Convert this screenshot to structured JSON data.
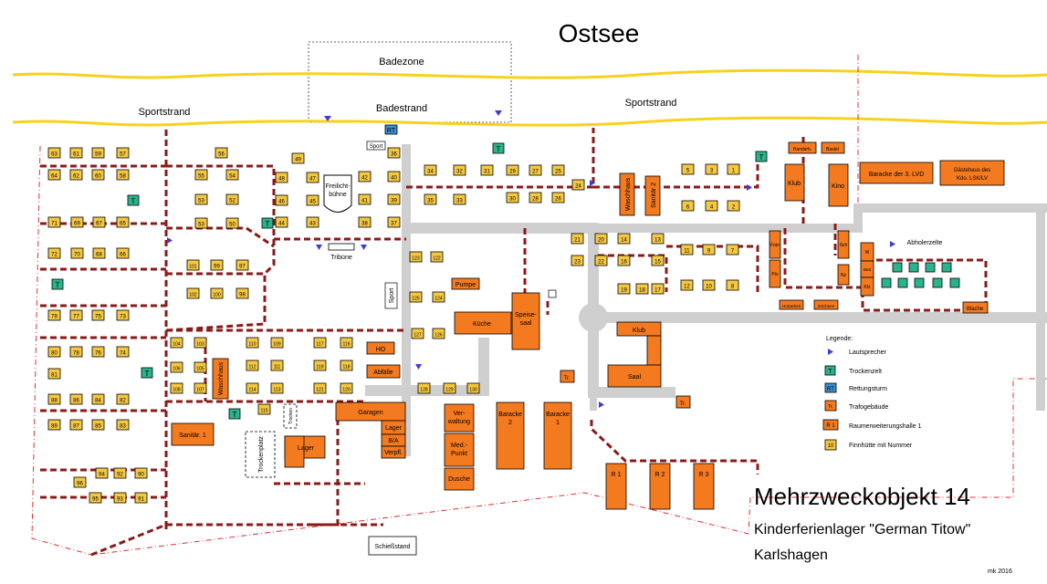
{
  "sea": "Ostsee",
  "zones": {
    "bathing_zone": "Badezone",
    "bathing_beach": "Badestrand",
    "sport_beach_left": "Sportstrand",
    "sport_beach_right": "Sportstrand"
  },
  "title": {
    "main": "Mehrzweckobjekt 14",
    "sub": "Kinderferienlager \"German Titow\"",
    "place": "Karlshagen",
    "credit": "mk 2016"
  },
  "legend": {
    "title": "Legende:",
    "items": [
      {
        "icon": "speaker",
        "label": "Lautsprecher"
      },
      {
        "icon": "drying-tent",
        "label": "Trockenzelt"
      },
      {
        "icon": "rescue-tower",
        "label": "Rettungsturm"
      },
      {
        "icon": "transformer",
        "label": "Trafogebäude"
      },
      {
        "icon": "room-hall",
        "label": "Raumerweiterungshalle 1"
      },
      {
        "icon": "hut",
        "label": "Finnhütte mit Nummer"
      }
    ],
    "sym_tz": "T",
    "sym_rt": "RT",
    "sym_tr": "Tr.",
    "sym_r1": "R 1",
    "sym_hut": "10"
  },
  "labels": {
    "rt": "RT",
    "t": "T",
    "tr": "Tr.",
    "sport": "Sport",
    "stage1": "Freilicht-",
    "stage2": "bühne",
    "tribune": "Tribüne",
    "shooting": "Schießstand",
    "drying": "Trockenplatz",
    "drying2": "Trocken",
    "pickup": "Abholerzelte"
  },
  "huts": [
    "63",
    "61",
    "59",
    "57",
    "64",
    "62",
    "60",
    "58",
    "71",
    "69",
    "67",
    "65",
    "72",
    "70",
    "68",
    "66",
    "56",
    "55",
    "54",
    "53",
    "52",
    "53",
    "50",
    "49",
    "48",
    "47",
    "46",
    "45",
    "44",
    "43",
    "42",
    "40",
    "41",
    "39",
    "38",
    "37",
    "36",
    "34",
    "32",
    "31",
    "29",
    "27",
    "25",
    "35",
    "33",
    "30",
    "28",
    "26",
    "24",
    "101",
    "99",
    "97",
    "102",
    "100",
    "98",
    "79",
    "77",
    "75",
    "73",
    "80",
    "78",
    "76",
    "74",
    "81",
    "88",
    "86",
    "84",
    "82",
    "89",
    "87",
    "85",
    "83",
    "96",
    "94",
    "92",
    "90",
    "95",
    "93",
    "91",
    "104",
    "103",
    "106",
    "105",
    "108",
    "107",
    "110",
    "109",
    "112",
    "111",
    "114",
    "113",
    "115",
    "117",
    "116",
    "119",
    "118",
    "121",
    "120",
    "123",
    "122",
    "125",
    "124",
    "127",
    "126",
    "128",
    "129",
    "130",
    "21",
    "20",
    "23",
    "22",
    "14",
    "13",
    "16",
    "15",
    "19",
    "18",
    "17",
    "5",
    "3",
    "1",
    "6",
    "4",
    "2",
    "11",
    "9",
    "7",
    "12",
    "10",
    "8"
  ],
  "buildings": {
    "waschhaus": "Waschhaus",
    "sanitaer2": "Sanitär 2",
    "handarb": "Handarb.",
    "bastel": "Bastel",
    "klub": "Klub",
    "kino": "Kino",
    "baracke3": "Baracke der 3. LVD",
    "gaestehaus": "Gästehaus des Kdo. LSK/LV",
    "pumpe": "Pumpe",
    "kueche": "Küche",
    "speisesaal1": "Speise-",
    "speisesaal2": "saal",
    "klub2": "Klub",
    "saal": "Saal",
    "ho": "HO",
    "abfaelle": "Abfälle",
    "garagen": "Garagen",
    "lager": "Lager",
    "ba": "B/A",
    "verpfl": "Verpfl.",
    "lager2": "Lager",
    "sanitaer1": "Sanitär. 1",
    "waschhaus2": "Waschhaus",
    "verwaltung1": "Ver-",
    "verwaltung2": "waltung",
    "med1": "Med.-",
    "med2": "Punkt",
    "dusche": "Dusche",
    "baracke2a": "Baracke",
    "baracke2b": "2",
    "baracke1a": "Baracke",
    "baracke1b": "1",
    "r1": "R 1",
    "r2": "R 2",
    "r3": "R 3",
    "foto": "Foto",
    "pio": "Pio",
    "holzarbeit": "Holzarbeit",
    "zeichnen": "Zeichnen",
    "sch": "Sch",
    "nz": "Nz",
    "w": "W",
    "bett": "Bett",
    "kfz": "Kfz",
    "wache": "Wache"
  }
}
